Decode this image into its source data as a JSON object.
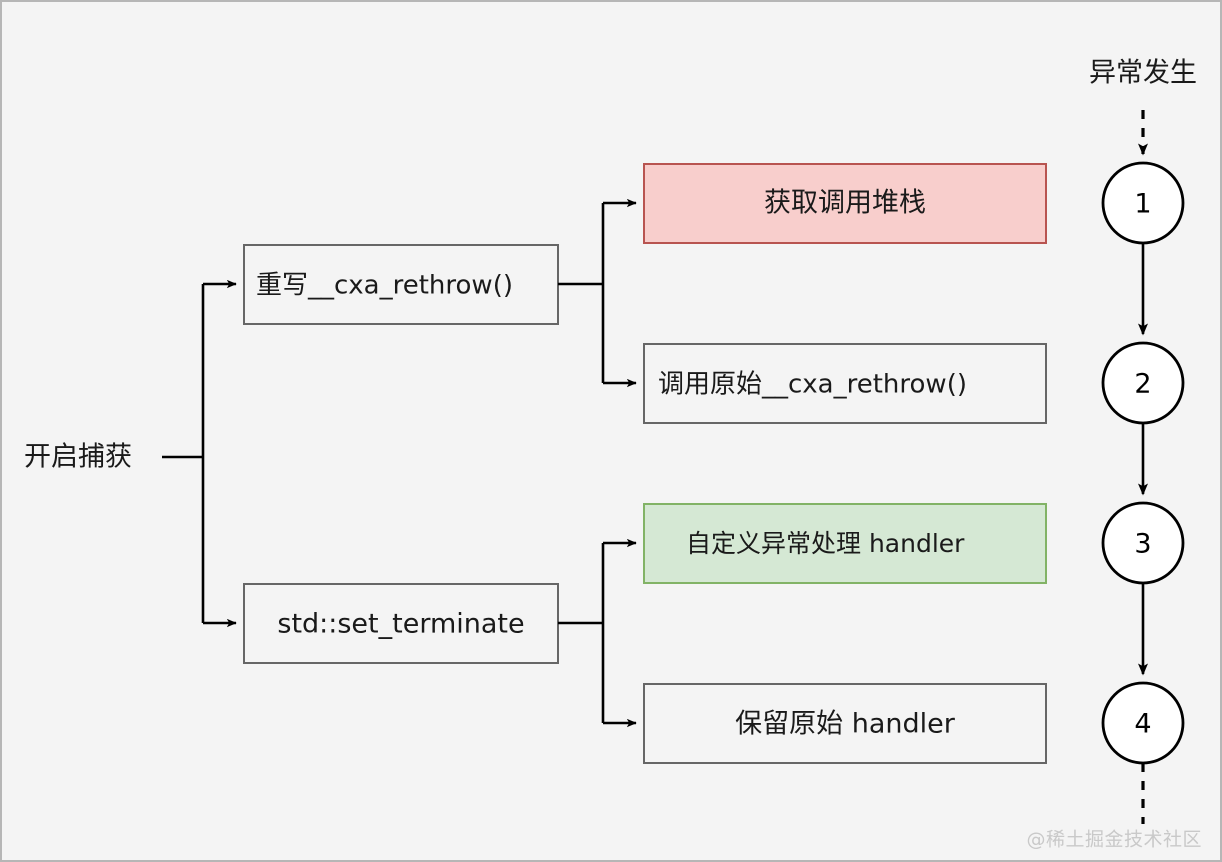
{
  "diagram": {
    "title_text": "异常发生",
    "root_label": "开启捕获",
    "watermark": "@稀土掘金技术社区",
    "colors": {
      "canvas_background": "#f4f4f4",
      "canvas_border": "#b6b6b6",
      "plain_box_fill": "#f4f4f4",
      "plain_box_border": "#666666",
      "highlight_pink_fill": "#f8cecc",
      "highlight_pink_border": "#b85450",
      "highlight_green_fill": "#d5e8d4",
      "highlight_green_border": "#82b366",
      "connector": "#000000",
      "text": "#1a1a1a",
      "watermark": "#c9c9c9"
    },
    "boxes": [
      {
        "id": "rewrite-cxa-rethrow",
        "label": "重写__cxa_rethrow()",
        "style": "plain",
        "align": "left"
      },
      {
        "id": "capture-call-stack",
        "label": "获取调用堆栈",
        "style": "pink",
        "align": "center"
      },
      {
        "id": "call-original-cxa-rethrow",
        "label": "调用原始__cxa_rethrow()",
        "style": "plain",
        "align": "left"
      },
      {
        "id": "std-set-terminate",
        "label": "std::set_terminate",
        "style": "plain",
        "align": "center"
      },
      {
        "id": "custom-exception-handler",
        "label": "自定义异常处理 handler",
        "style": "green",
        "align": "left"
      },
      {
        "id": "keep-original-handler",
        "label": "保留原始 handler",
        "style": "plain",
        "align": "center"
      }
    ],
    "steps": [
      {
        "id": "step-1",
        "label": "1"
      },
      {
        "id": "step-2",
        "label": "2"
      },
      {
        "id": "step-3",
        "label": "3"
      },
      {
        "id": "step-4",
        "label": "4"
      }
    ]
  }
}
